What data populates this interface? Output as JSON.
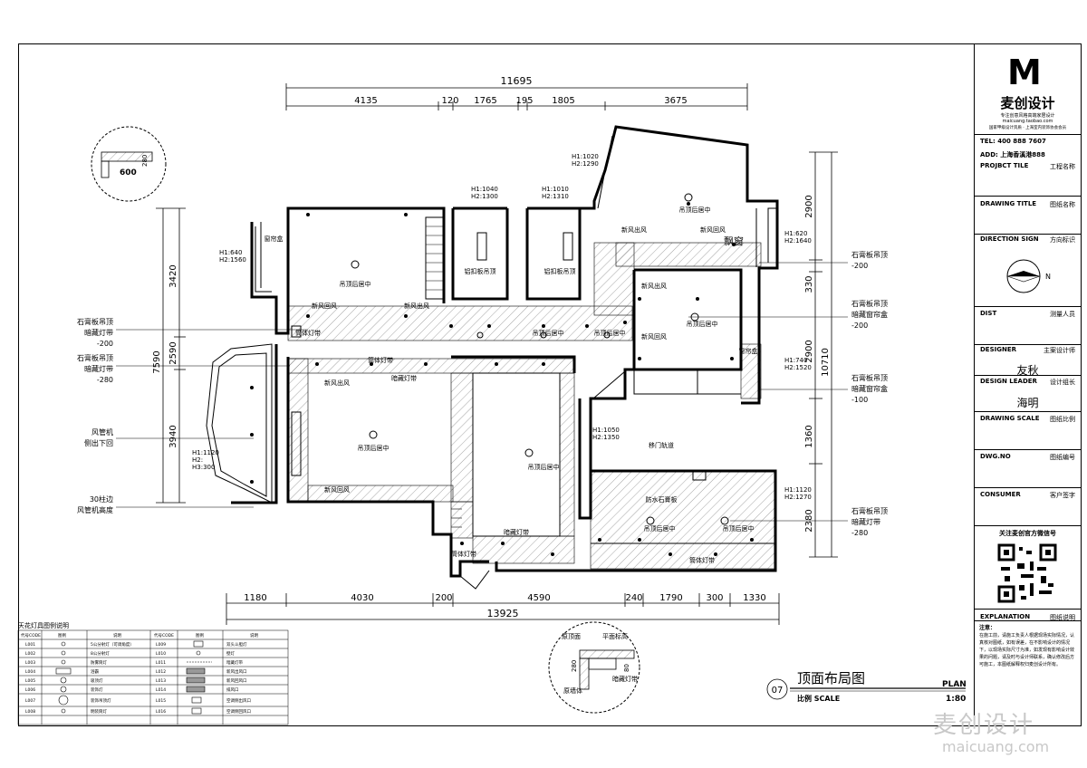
{
  "dims_top": {
    "total": "11695",
    "segs": [
      "4135",
      "120",
      "1765",
      "195",
      "1805",
      "3675"
    ]
  },
  "dims_bottom": {
    "total": "13925",
    "segs": [
      "1180",
      "4030",
      "200",
      "4590",
      "240",
      "1790",
      "300",
      "1330"
    ]
  },
  "dims_left": {
    "total": "7590",
    "segs": [
      "3420",
      "2590",
      "3940"
    ]
  },
  "dims_right": {
    "total": "10710",
    "segs": [
      "2900",
      "330",
      "2900",
      "1360",
      "2380"
    ]
  },
  "heights": {
    "h_a": [
      "H1:1020",
      "H2:1290"
    ],
    "h_b": [
      "H1:1040",
      "H2:1300"
    ],
    "h_c": [
      "H1:1010",
      "H2:1310"
    ],
    "h_d": [
      "H1:640",
      "H2:1560"
    ],
    "h_e": [
      "H1:620",
      "H2:1640"
    ],
    "h_f": [
      "H1:740",
      "H2:1520"
    ],
    "h_g": [
      "H1:1120",
      "H2:",
      "H3:300"
    ],
    "h_h": [
      "H1:1050",
      "H2:1350"
    ],
    "h_i": [
      "H1:1120",
      "H2:1270"
    ]
  },
  "rooms": {
    "r1": "吊顶后居中",
    "r2": "吊顶后居中",
    "r3": "吊顶后居中",
    "r4": "吊顶后居中",
    "r5": "吊顶后居中",
    "r6": "吊顶后居中",
    "r7": "吊顶后居中",
    "r8": "吊顶后居中",
    "r9": "吊顶后居中",
    "alu1": "铝扣板吊顶",
    "alu2": "铝扣板吊顶",
    "bay": "飘窗",
    "curtain1": "窗帘盒",
    "curtain2": "窗帘盒",
    "fresh_out": "新风出风",
    "fresh_back": "新风回风",
    "light_strip": "暗藏灯带",
    "tube_strip": "筒体灯带",
    "door_track": "移门轨道",
    "waterproof": "防水石膏板"
  },
  "notes_left": [
    [
      "石膏板吊顶",
      "暗藏灯带",
      "-200"
    ],
    [
      "石膏板吊顶",
      "暗藏灯带",
      "-280"
    ],
    [
      "风管机",
      "侧出下回"
    ],
    [
      "30柱边",
      "风管机高度"
    ]
  ],
  "notes_right": [
    [
      "石膏板吊顶",
      "-200"
    ],
    [
      "石膏板吊顶",
      "暗藏窗帘盒",
      "-200"
    ],
    [
      "石膏板吊顶",
      "暗藏窗帘盒",
      "-100"
    ],
    [
      "石膏板吊顶",
      "暗藏灯带",
      "-280"
    ]
  ],
  "detail_small": {
    "w": "600",
    "h": "280"
  },
  "detail_circle": {
    "a": "原顶面",
    "b": "平面标高",
    "c": "原墙体",
    "d": "暗藏灯带",
    "e": "280",
    "f": "80"
  },
  "drawing_title": {
    "num": "07",
    "title": "顶面布局图",
    "scale_label": "比例 SCALE",
    "plan": "PLAN",
    "scale": "1:80"
  },
  "legend": {
    "title": "天花灯具图例说明",
    "headers": [
      "代号CODE",
      "图例",
      "说明",
      "代号CODE",
      "图例",
      "说明"
    ],
    "rows": [
      [
        "L001",
        "",
        "5公分射灯（可调角度）",
        "L009",
        "",
        "双头斗胆灯"
      ],
      [
        "L002",
        "",
        "8公分射灯",
        "L010",
        "",
        "壁灯"
      ],
      [
        "L003",
        "",
        "防雾筒灯",
        "L011",
        "",
        "暗藏灯带"
      ],
      [
        "L004",
        "",
        "浴霸",
        "L012",
        "",
        "新风出风口"
      ],
      [
        "L005",
        "",
        "吸顶灯",
        "L013",
        "",
        "新风回风口"
      ],
      [
        "L006",
        "",
        "装饰灯",
        "L014",
        "",
        "排风口"
      ],
      [
        "L007",
        "",
        "装饰吊顶灯",
        "L015",
        "",
        "空调侧出风口"
      ],
      [
        "L008",
        "",
        "明装筒灯",
        "L016",
        "",
        "空调侧回风口"
      ]
    ]
  },
  "title_block": {
    "logo_mark": "M",
    "brand": "麦创设计",
    "tagline": "专注创意风格高端家居设计",
    "sub": "maicuang.taobao.com",
    "assoc": "国家甲级设计资质 · 上海室内装饰协会会员",
    "tel": "TEL: 400 888 7607",
    "add": "ADD: 上海香溪港888",
    "rows": [
      {
        "lbl": "PROJBCT TILE",
        "val": "工程名称"
      },
      {
        "lbl": "DRAWING TITLE",
        "val": "图纸名称"
      },
      {
        "lbl": "DIRECTION SIGN",
        "val": "方向标识"
      },
      {
        "lbl": "DIST",
        "val": "测量人员"
      },
      {
        "lbl": "DESIGNER",
        "val": "主案设计师"
      },
      {
        "lbl": "DESIGN LEADER",
        "val": "设计组长"
      },
      {
        "lbl": "DRAWING SCALE",
        "val": "图纸比例"
      },
      {
        "lbl": "DWG.NO",
        "val": "图纸编号"
      },
      {
        "lbl": "CONSUMER",
        "val": "客户签字"
      },
      {
        "lbl": "EXPLANATION",
        "val": "图纸说明"
      }
    ],
    "designer": "友秋",
    "leader": "海明",
    "north": "N",
    "wechat": "关注麦创官方微信号",
    "note_title": "注意：",
    "note": "在施工前，请施工负责人根据现场实际情况，认真核对图纸，如有误差，在不影响设计的情况下，以现场实际尺寸为准，如发现有影响设计效果的问题，请及时与设计师联系，确认修改后方可施工，本图纸解释权归麦创设计所有。"
  },
  "watermark": {
    "cn": "麦创设计",
    "en": "maicuang.com"
  }
}
